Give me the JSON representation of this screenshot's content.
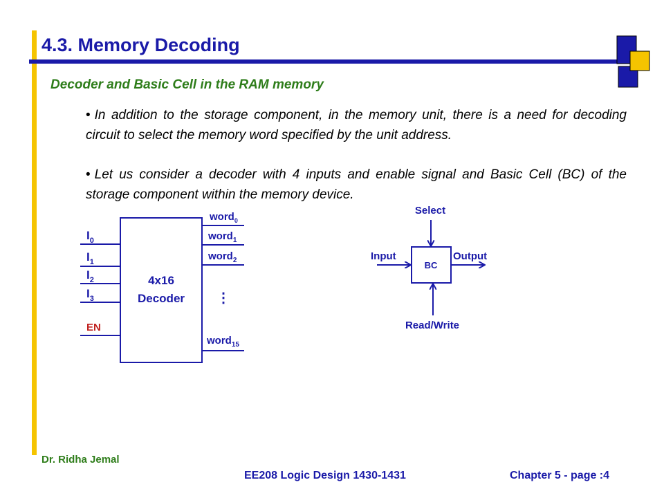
{
  "slide": {
    "title": "4.3. Memory Decoding",
    "subtitle": "Decoder and Basic Cell in the RAM memory",
    "bullets": [
      "In addition to the storage component, in the memory unit, there is a need for decoding circuit to select the memory word specified by the unit address.",
      "Let us consider a decoder with 4 inputs and enable signal and Basic Cell (BC) of the storage component within the memory device."
    ]
  },
  "decoder": {
    "label_line1": "4x16",
    "label_line2": "Decoder",
    "inputs": [
      {
        "name": "I",
        "sub": "0"
      },
      {
        "name": "I",
        "sub": "1"
      },
      {
        "name": "I",
        "sub": "2"
      },
      {
        "name": "I",
        "sub": "3"
      }
    ],
    "enable": "EN",
    "outputs": [
      {
        "name": "word",
        "sub": "0"
      },
      {
        "name": "word",
        "sub": "1"
      },
      {
        "name": "word",
        "sub": "2"
      },
      {
        "name": "word",
        "sub": "15"
      }
    ],
    "ellipsis": "⋮"
  },
  "basic_cell": {
    "label": "BC",
    "select": "Select",
    "input": "Input",
    "output": "Output",
    "read_write": "Read/Write"
  },
  "footer": {
    "author": "Dr. Ridha Jemal",
    "course": "EE208 Logic Design 1430-1431",
    "chapter": "Chapter 5  - page :4"
  },
  "colors": {
    "accent_blue": "#1a1aa8",
    "accent_yellow": "#f5c400",
    "accent_green": "#2e7d1a",
    "enable_red": "#c0201e"
  }
}
